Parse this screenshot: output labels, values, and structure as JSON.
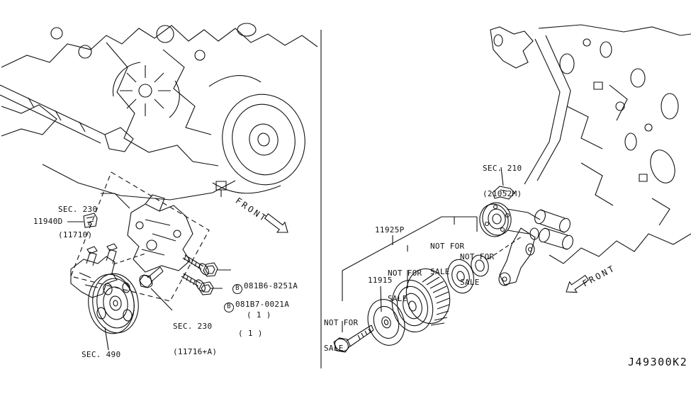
{
  "page": {
    "drawing_code": "J49300K2"
  },
  "left_view": {
    "sec230_upper": {
      "title": "SEC. 230",
      "sub": "(11710)"
    },
    "part_11940d": "11940D",
    "bolt_b1": {
      "marker": "B",
      "part_no": "081B6-8251A",
      "qty": "( 1 )"
    },
    "bolt_b2": {
      "marker": "B",
      "part_no": "081B7-0021A",
      "qty": "( 1 )"
    },
    "sec230_lower": {
      "title": "SEC. 230",
      "sub": "(11716+A)"
    },
    "sec490": {
      "title": "SEC. 490"
    },
    "front_label": "FRONT"
  },
  "right_view": {
    "sec210": {
      "title": "SEC. 210",
      "sub": "(21052M)"
    },
    "part_11925p": "11925P",
    "part_11915": "11915",
    "not_for_sale": {
      "line1": "NOT FOR",
      "line2": "SALE"
    },
    "front_label": "FRONT"
  }
}
